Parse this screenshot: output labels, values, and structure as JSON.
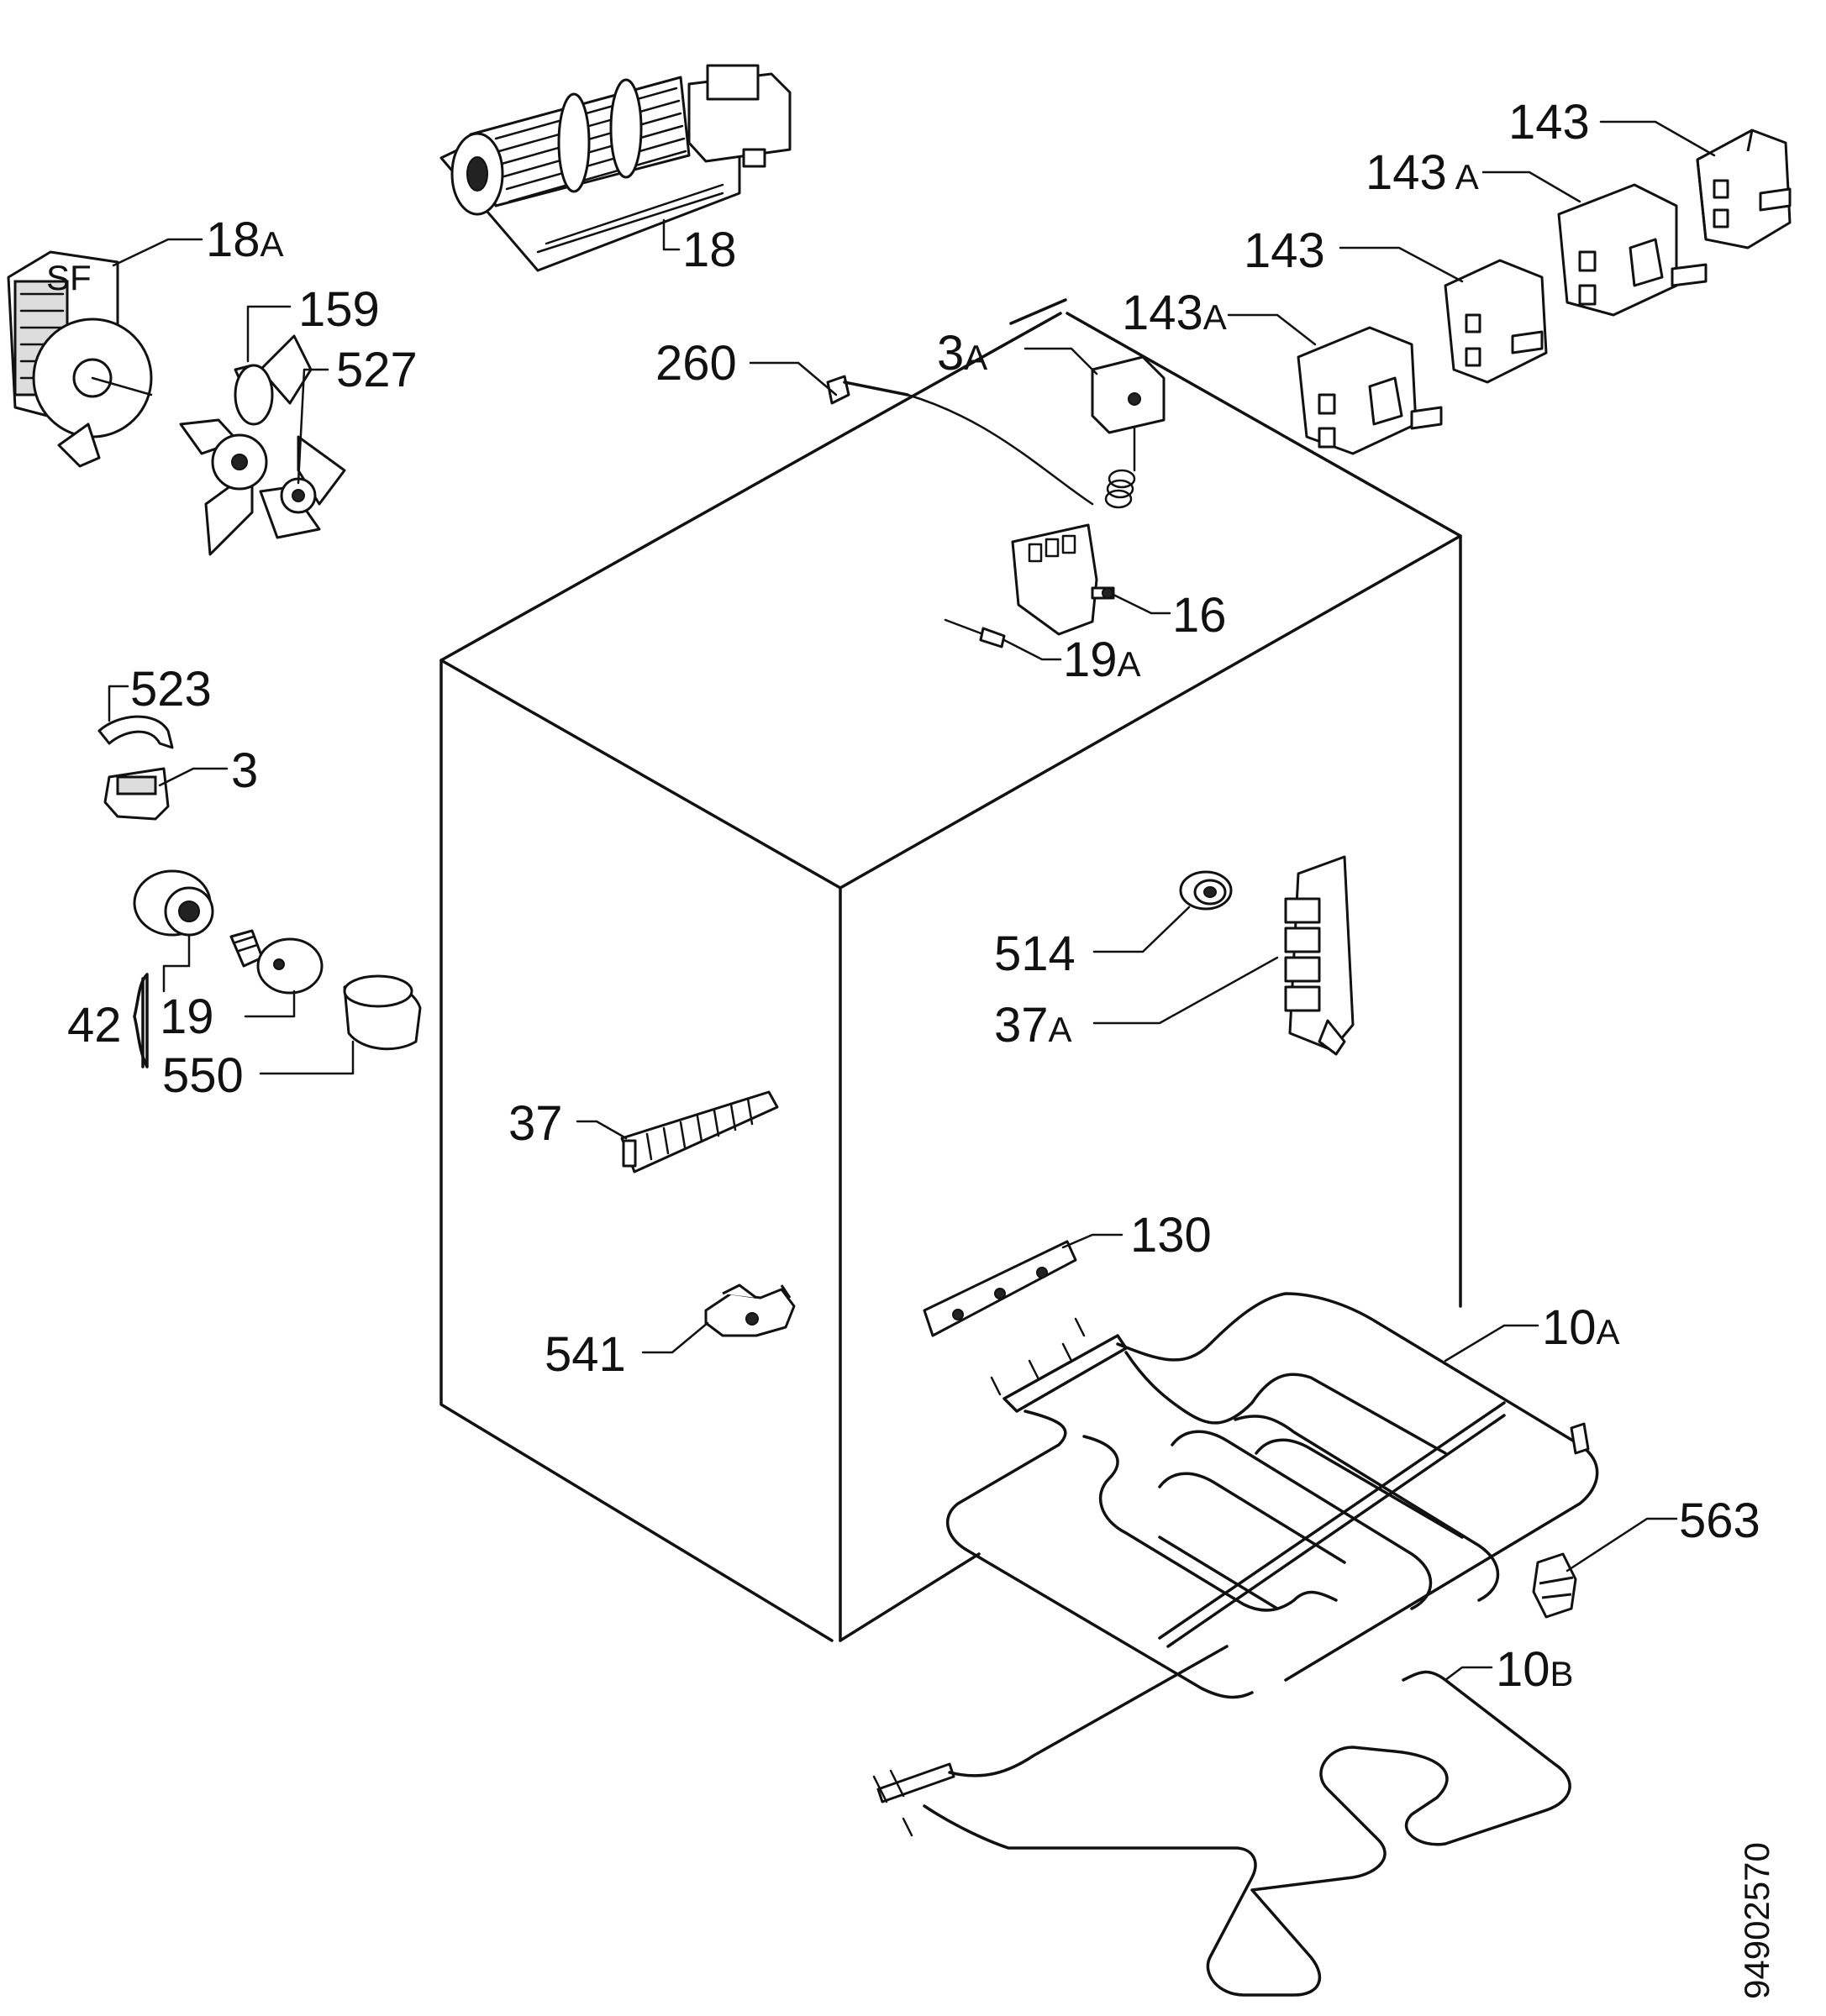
{
  "diagram_code": "94902570",
  "parts": {
    "p18A": {
      "num": "18",
      "suf": "A"
    },
    "p18": {
      "num": "18"
    },
    "p159": {
      "num": "159"
    },
    "p527": {
      "num": "527"
    },
    "p260": {
      "num": "260"
    },
    "p3A": {
      "num": "3",
      "suf": "A"
    },
    "p143a": {
      "num": "143"
    },
    "p143Ab": {
      "num": "143",
      "suf": "A"
    },
    "p143c": {
      "num": "143"
    },
    "p143Ad": {
      "num": "143",
      "suf": "A"
    },
    "p16": {
      "num": "16"
    },
    "p19A": {
      "num": "19",
      "suf": "A"
    },
    "p523": {
      "num": "523"
    },
    "p3": {
      "num": "3"
    },
    "p42": {
      "num": "42"
    },
    "p19": {
      "num": "19"
    },
    "p550": {
      "num": "550"
    },
    "p514": {
      "num": "514"
    },
    "p37A": {
      "num": "37",
      "suf": "A"
    },
    "p37": {
      "num": "37"
    },
    "p130": {
      "num": "130"
    },
    "p541": {
      "num": "541"
    },
    "p10A": {
      "num": "10",
      "suf": "A"
    },
    "p563": {
      "num": "563"
    },
    "p10B": {
      "num": "10",
      "suf": "B"
    }
  }
}
